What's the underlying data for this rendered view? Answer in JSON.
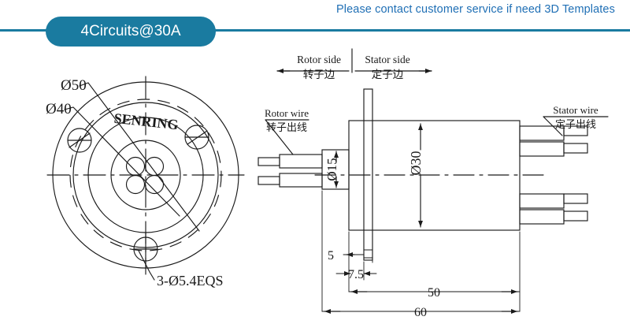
{
  "header": {
    "note": "Please contact customer service if need 3D Templates",
    "badge_label": "4Circuits@30A",
    "accent_color": "#1a7ba0",
    "note_color": "#1f6fb5"
  },
  "front_view": {
    "brand_text": "SENRING",
    "labels": {
      "outer_diameter": "Ø50",
      "bolt_circle": "Ø40",
      "mounting_holes": "3-Ø5.4EQS"
    }
  },
  "side_view": {
    "section_labels": [
      {
        "en": "Rotor side",
        "cn": "转子边"
      },
      {
        "en": "Stator side",
        "cn": "定子边"
      }
    ],
    "wire_labels": [
      {
        "en": "Rotor wire",
        "cn": "转子出线"
      },
      {
        "en": "Stator wire",
        "cn": "定子出线"
      }
    ],
    "diameter_labels": {
      "rotor_shaft": "Ø15",
      "body": "Ø30"
    },
    "linear_dimensions": {
      "flange_thickness": "5",
      "rotor_length": "7.5",
      "body_length": "50",
      "total_length": "60"
    }
  },
  "chart_data": {
    "type": "table",
    "title": "4Circuits@30A Slip Ring Dimensions",
    "categories": [
      "Ø50",
      "Ø40",
      "3-Ø5.4EQS",
      "Ø15",
      "Ø30",
      "5",
      "7.5",
      "50",
      "60"
    ],
    "values": [
      50,
      40,
      5.4,
      15,
      30,
      5,
      7.5,
      50,
      60
    ]
  }
}
